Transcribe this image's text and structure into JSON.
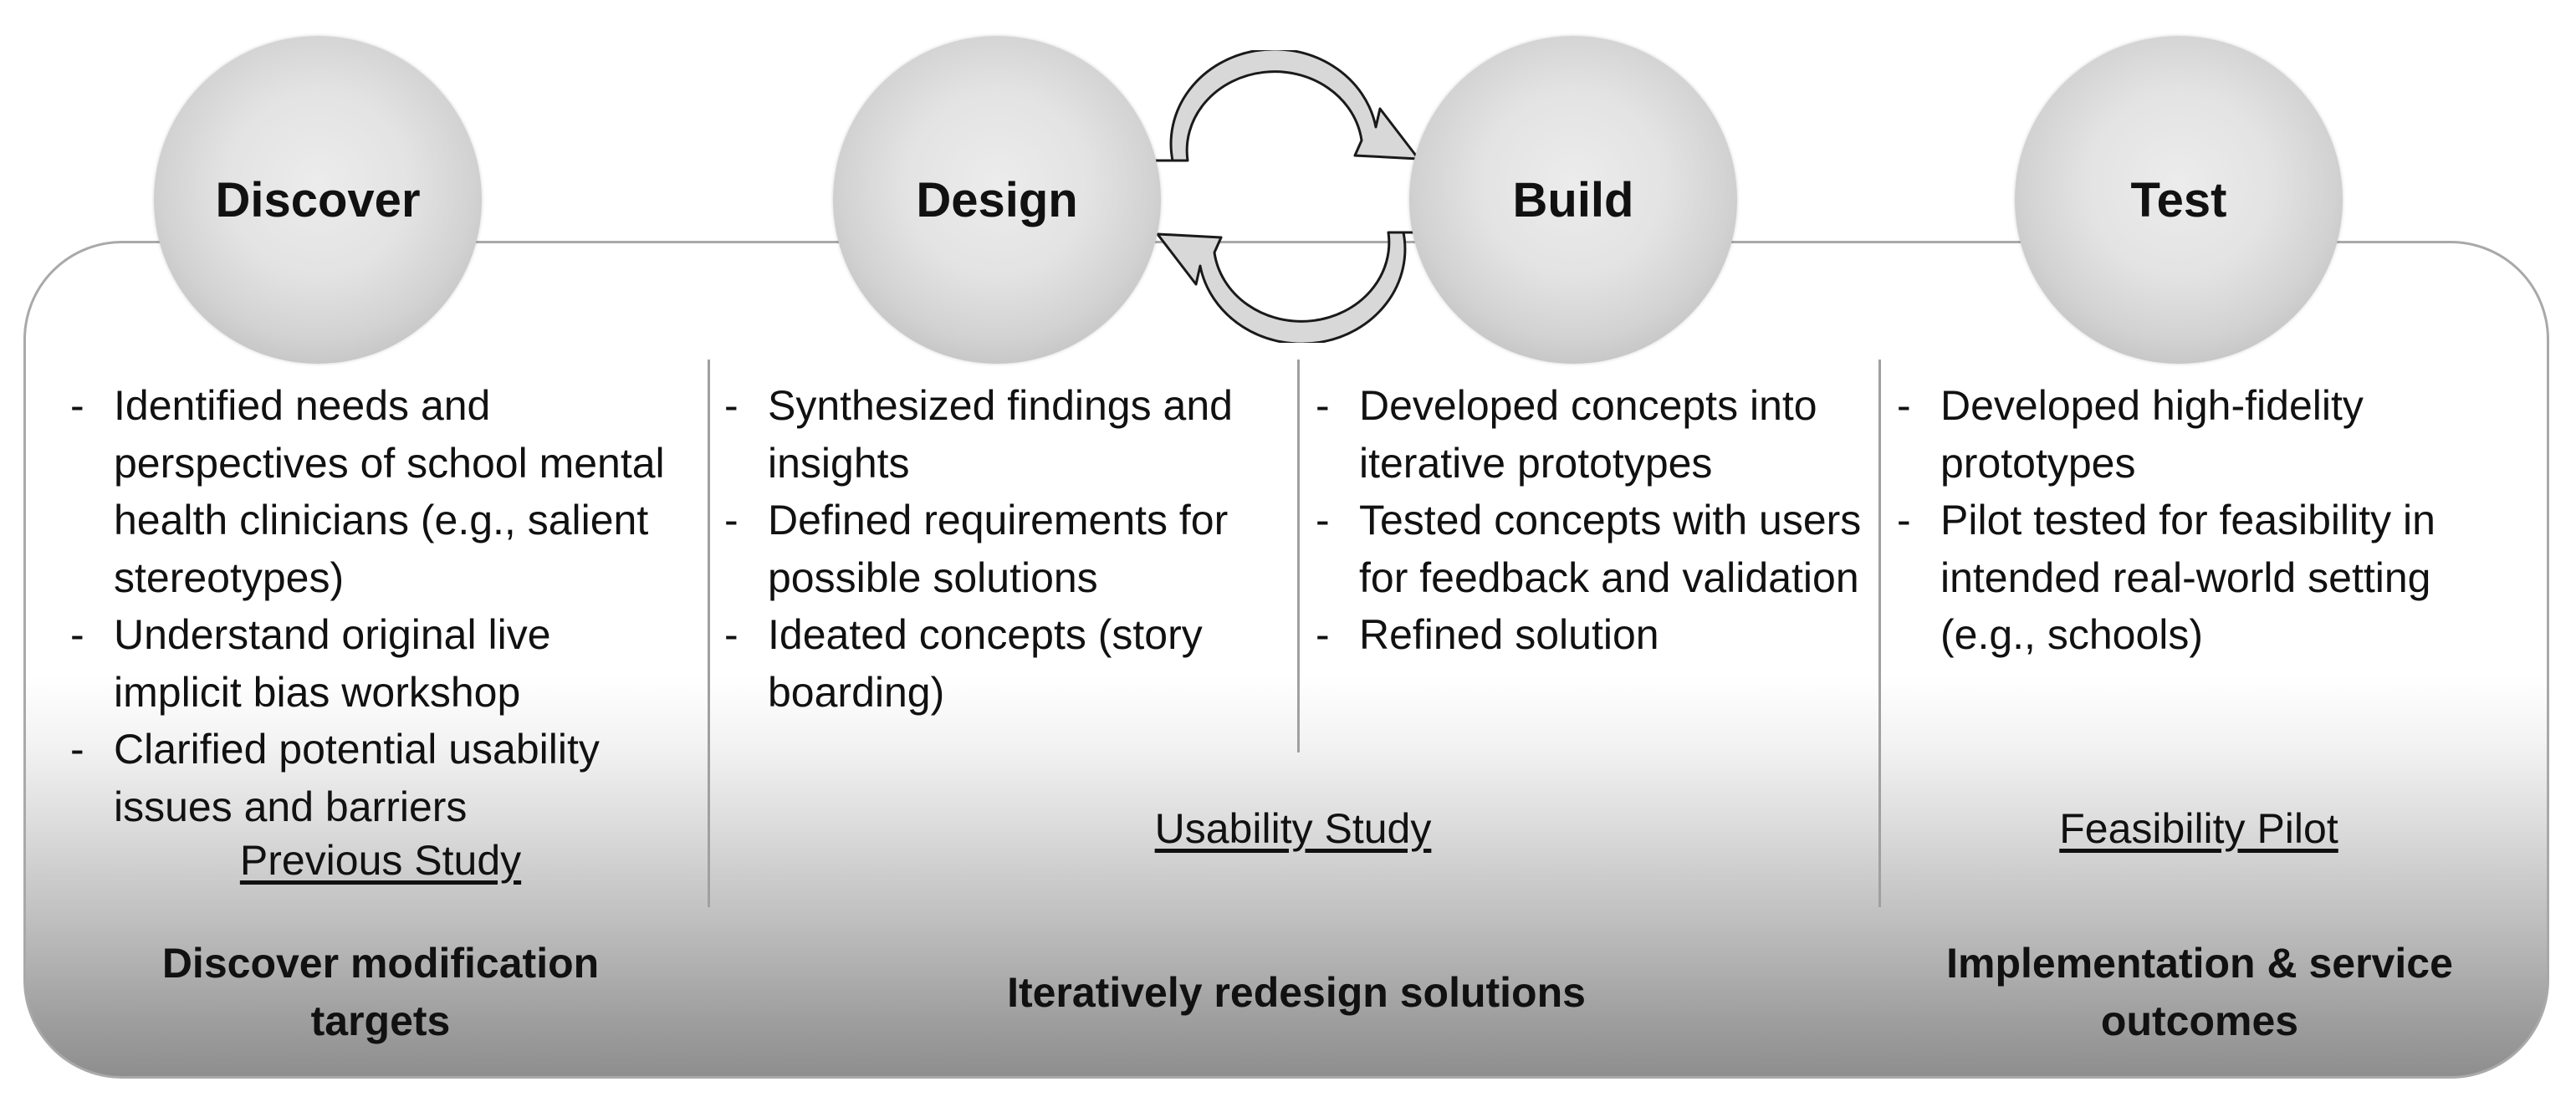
{
  "phases": [
    {
      "label": "Discover"
    },
    {
      "label": "Design"
    },
    {
      "label": "Build"
    },
    {
      "label": "Test"
    }
  ],
  "columns": {
    "discover": {
      "bullets": [
        "Identified needs and perspectives of school mental health clinicians (e.g., salient stereotypes)",
        "Understand original live implicit bias workshop",
        "Clarified potential usability issues and barriers"
      ]
    },
    "design": {
      "bullets": [
        "Synthesized findings and insights",
        "Defined requirements for possible solutions",
        "Ideated concepts (story boarding)"
      ]
    },
    "build": {
      "bullets": [
        "Developed concepts into iterative prototypes",
        "Tested concepts with users for feedback and validation",
        "Refined solution"
      ]
    },
    "test": {
      "bullets": [
        "Developed high-fidelity prototypes",
        "Pilot tested for feasibility in intended real-world setting (e.g., schools)"
      ]
    }
  },
  "studies": {
    "previous": "Previous Study",
    "usability": "Usability Study",
    "feasibility": "Feasibility Pilot"
  },
  "outcomes": {
    "discover": "Discover modification targets",
    "iterate": "Iteratively redesign solutions",
    "implementation": "Implementation & service outcomes"
  },
  "colors": {
    "circle_fill": "#d4d4d4",
    "panel_border": "#a9a9a9",
    "panel_gradient_bottom": "#8e8e8e",
    "arrow_fill": "#d8d8d8",
    "text": "#111111"
  }
}
